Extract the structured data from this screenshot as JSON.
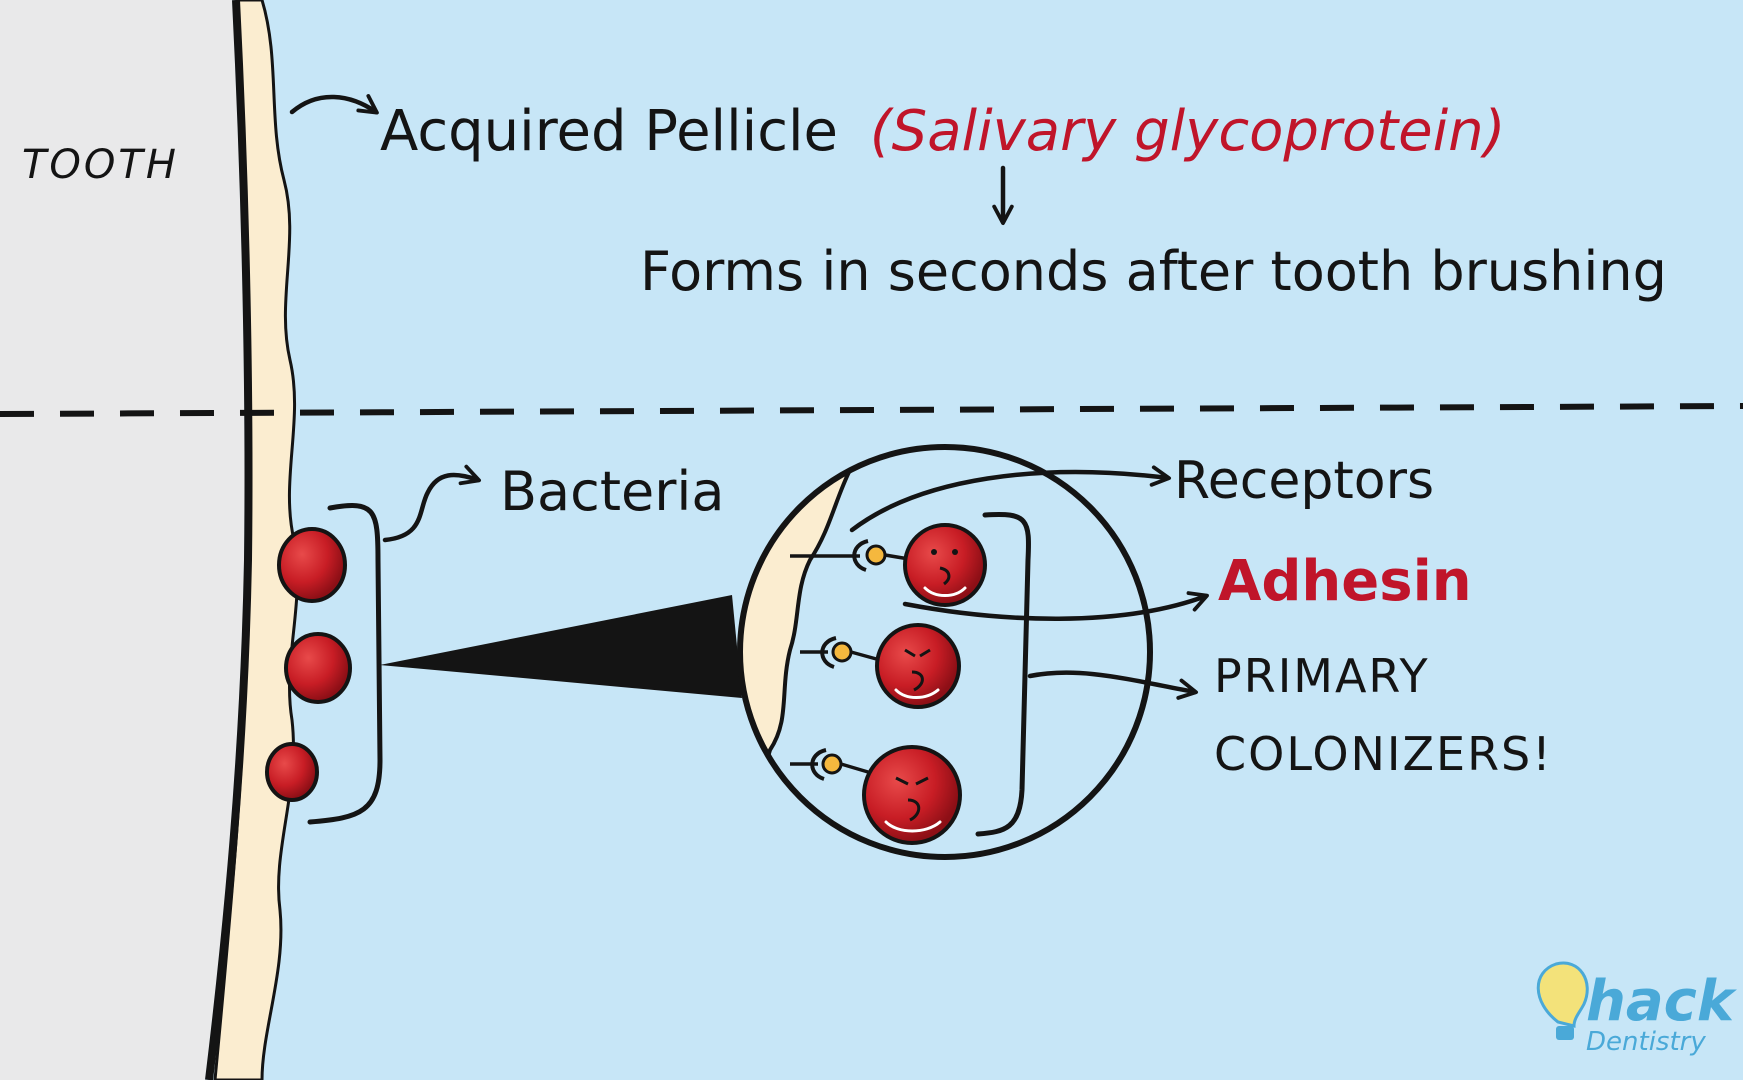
{
  "labels": {
    "tooth": "TOOTH",
    "pellicle": "Acquired Pellicle",
    "pellicle_detail": "(Salivary glycoprotein)",
    "forms": "Forms in seconds after tooth brushing",
    "bacteria": "Bacteria",
    "receptors": "Receptors",
    "adhesin": "Adhesin",
    "primary_line1": "PRIMARY",
    "primary_line2": "COLONIZERS!",
    "logo_main": "hack",
    "logo_sub": "Dentistry"
  },
  "colors": {
    "background": "#c7e6f7",
    "tooth": "#e9e9ea",
    "pellicle": "#fbedd0",
    "bacteria": "#c81d25",
    "highlight_text": "#c0152a",
    "ink": "#141414",
    "logo": "#4aa9d8",
    "bulb": "#f3e27a"
  },
  "icons": {
    "bacterium": "bacterium-icon",
    "lightbulb": "lightbulb-icon",
    "receptor": "receptor-icon"
  }
}
